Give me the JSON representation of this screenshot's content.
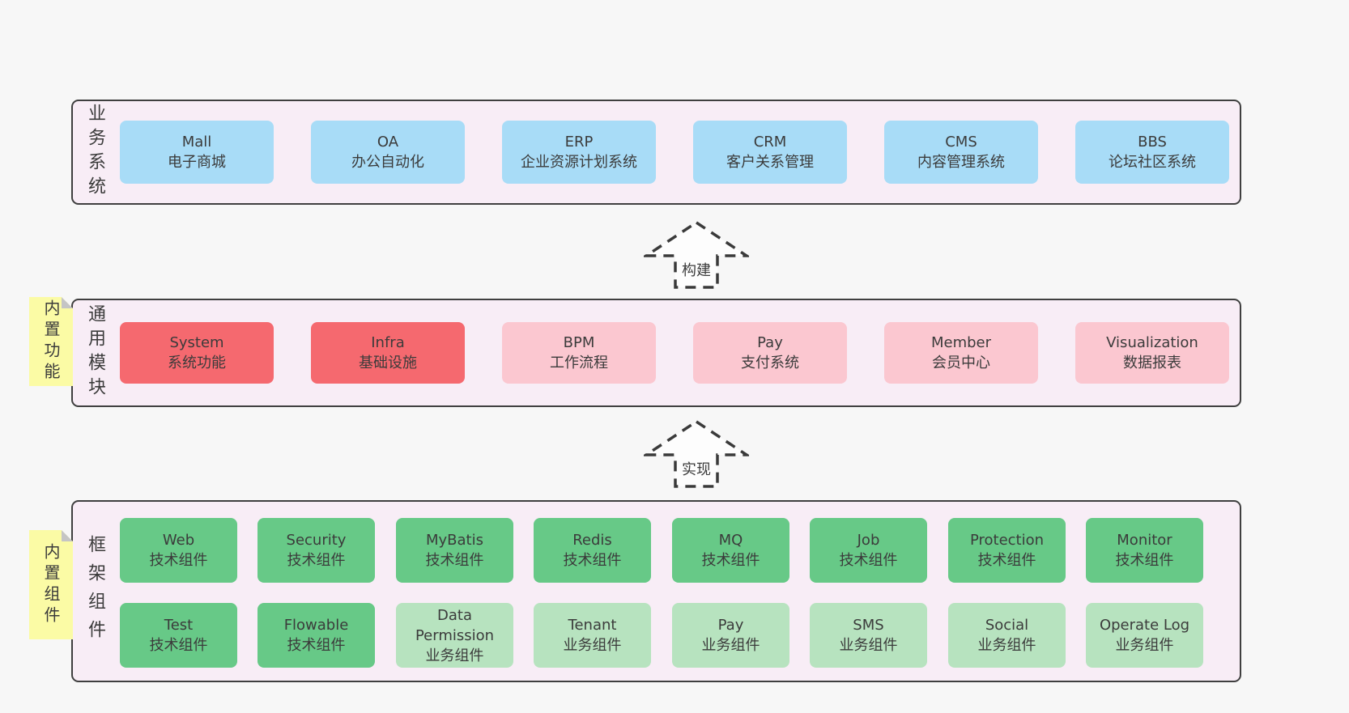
{
  "colors": {
    "page-bg": "#f7f7f7",
    "panel-bg": "#f8edf6",
    "panel-border": "#3f3f3f",
    "box-blue": "#a8dcf7",
    "box-red": "#f5696f",
    "box-pink": "#fbc7d0",
    "box-green": "#67c987",
    "box-green-light": "#b7e3bf",
    "sticky-yellow": "#fbfba5",
    "sticky-fold": "#c5c5c5",
    "text": "#3b3b3b",
    "arrow-stroke": "#3a3a3a",
    "arrow-fill": "#fdfdfd"
  },
  "business": {
    "label": "业务系统",
    "boxes": [
      {
        "title": "Mall",
        "subtitle": "电子商城"
      },
      {
        "title": "OA",
        "subtitle": "办公自动化"
      },
      {
        "title": "ERP",
        "subtitle": "企业资源计划系统"
      },
      {
        "title": "CRM",
        "subtitle": "客户关系管理"
      },
      {
        "title": "CMS",
        "subtitle": "内容管理系统"
      },
      {
        "title": "BBS",
        "subtitle": "论坛社区系统"
      }
    ]
  },
  "arrows": [
    {
      "label": "构建"
    },
    {
      "label": "实现"
    }
  ],
  "modules": {
    "label": "通用模块",
    "sticky": "内置功能",
    "boxes": [
      {
        "title": "System",
        "subtitle": "系统功能",
        "variant": "red"
      },
      {
        "title": "Infra",
        "subtitle": "基础设施",
        "variant": "red"
      },
      {
        "title": "BPM",
        "subtitle": "工作流程",
        "variant": "pink"
      },
      {
        "title": "Pay",
        "subtitle": "支付系统",
        "variant": "pink"
      },
      {
        "title": "Member",
        "subtitle": "会员中心",
        "variant": "pink"
      },
      {
        "title": "Visualization",
        "subtitle": "数据报表",
        "variant": "pink"
      }
    ]
  },
  "framework": {
    "label": "框架组件",
    "sticky": "内置组件",
    "row1": [
      {
        "title": "Web",
        "subtitle": "技术组件",
        "variant": "green"
      },
      {
        "title": "Security",
        "subtitle": "技术组件",
        "variant": "green"
      },
      {
        "title": "MyBatis",
        "subtitle": "技术组件",
        "variant": "green"
      },
      {
        "title": "Redis",
        "subtitle": "技术组件",
        "variant": "green"
      },
      {
        "title": "MQ",
        "subtitle": "技术组件",
        "variant": "green"
      },
      {
        "title": "Job",
        "subtitle": "技术组件",
        "variant": "green"
      },
      {
        "title": "Protection",
        "subtitle": "技术组件",
        "variant": "green"
      },
      {
        "title": "Monitor",
        "subtitle": "技术组件",
        "variant": "green"
      }
    ],
    "row2": [
      {
        "title": "Test",
        "subtitle": "技术组件",
        "variant": "green"
      },
      {
        "title": "Flowable",
        "subtitle": "技术组件",
        "variant": "green"
      },
      {
        "title": "Data Permission",
        "subtitle": "业务组件",
        "variant": "green-light"
      },
      {
        "title": "Tenant",
        "subtitle": "业务组件",
        "variant": "green-light"
      },
      {
        "title": "Pay",
        "subtitle": "业务组件",
        "variant": "green-light"
      },
      {
        "title": "SMS",
        "subtitle": "业务组件",
        "variant": "green-light"
      },
      {
        "title": "Social",
        "subtitle": "业务组件",
        "variant": "green-light"
      },
      {
        "title": "Operate Log",
        "subtitle": "业务组件",
        "variant": "green-light"
      }
    ]
  }
}
